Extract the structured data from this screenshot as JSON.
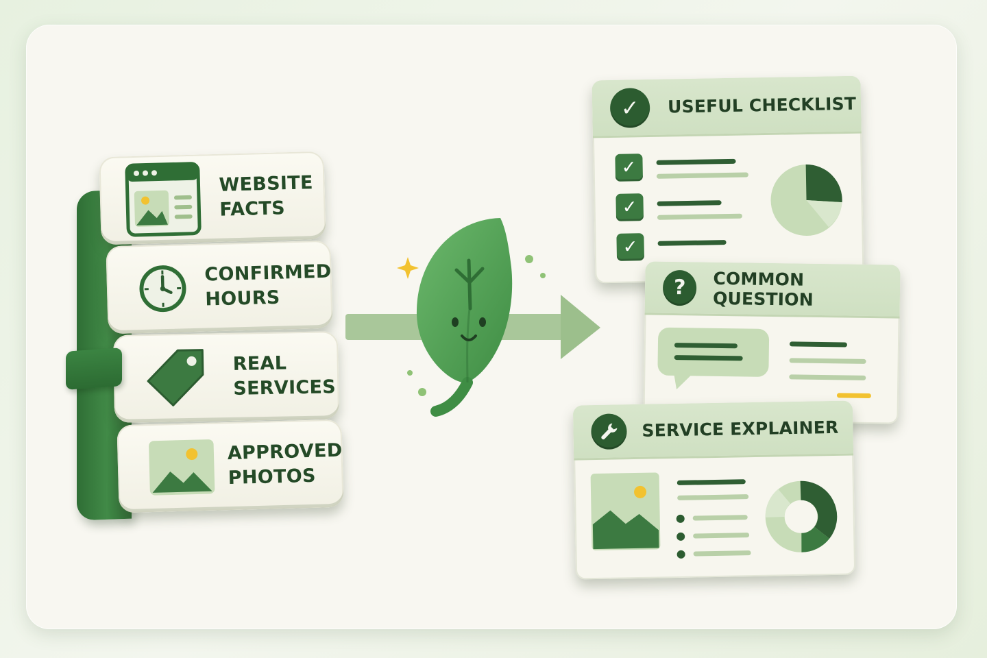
{
  "colors": {
    "dark_green": "#2c5c30",
    "mid_green": "#3c7a41",
    "light_green": "#b9d0a8",
    "cream": "#f8f7f1",
    "accent_yellow": "#f2c230"
  },
  "inputs": [
    {
      "label": "WEBSITE\nFACTS",
      "icon": "browser-window-icon"
    },
    {
      "label": "CONFIRMED\nHOURS",
      "icon": "clock-icon"
    },
    {
      "label": "REAL\nSERVICES",
      "icon": "price-tag-icon"
    },
    {
      "label": "APPROVED\nPHOTOS",
      "icon": "photo-icon"
    }
  ],
  "center": {
    "mascot_icon": "leaf-mascot-icon",
    "arrow_icon": "arrow-right-icon"
  },
  "outputs": [
    {
      "title": "USEFUL CHECKLIST",
      "icon": "checkmark-icon"
    },
    {
      "title": "COMMON QUESTION",
      "icon": "question-mark-icon"
    },
    {
      "title": "SERVICE EXPLAINER",
      "icon": "wrench-icon"
    }
  ]
}
